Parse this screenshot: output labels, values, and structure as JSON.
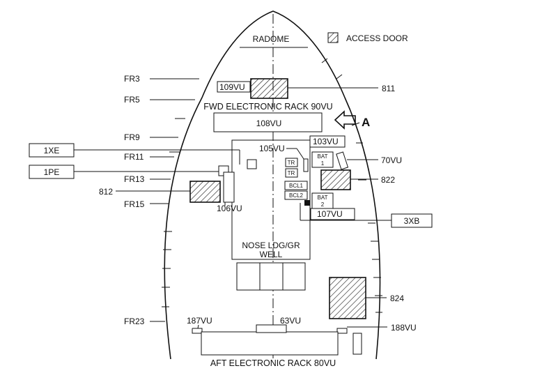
{
  "legend": {
    "label": "ACCESS DOOR"
  },
  "labels": {
    "radome": "RADOME",
    "fwd_rack": "FWD ELECTRONIC RACK 90VU",
    "aft_rack": "AFT ELECTRONIC RACK 80VU",
    "nose_gear_line1": "NOSE LDG/GR",
    "nose_gear_line2": "WELL",
    "view_arrow": "A"
  },
  "frames": [
    "FR3",
    "FR5",
    "FR9",
    "FR11",
    "FR13",
    "FR15",
    "FR23"
  ],
  "boxed_refs": [
    "1XE",
    "1PE",
    "3XB"
  ],
  "panels": [
    "109VU",
    "108VU",
    "103VU",
    "105VU",
    "106VU",
    "107VU",
    "70VU",
    "187VU",
    "63VU",
    "188VU"
  ],
  "doors": [
    "811",
    "812",
    "822",
    "824"
  ],
  "equipment": {
    "tr1": "TR",
    "tr2": "TR",
    "bcl1": "BCL1",
    "bcl2": "BCL2",
    "bat1_line1": "BAT",
    "bat1_line2": "1",
    "bat2_line1": "BAT",
    "bat2_line2": "2"
  }
}
